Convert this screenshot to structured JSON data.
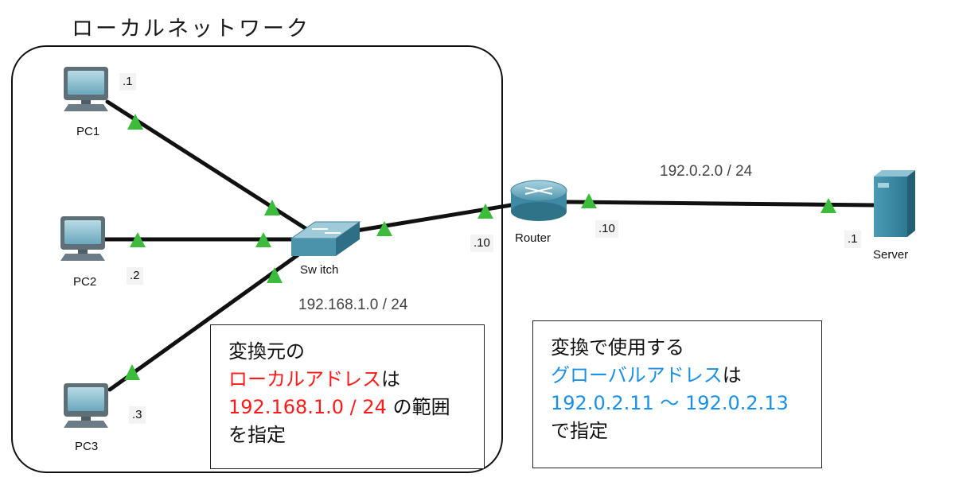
{
  "title": "ローカルネットワーク",
  "devices": {
    "pc1": {
      "label": "PC1",
      "address": ".1"
    },
    "pc2": {
      "label": "PC2",
      "address": ".2"
    },
    "pc3": {
      "label": "PC3",
      "address": ".3"
    },
    "switch": {
      "label": "Sw itch"
    },
    "router": {
      "label": "Router",
      "lan_address": ".10",
      "wan_address": ".10"
    },
    "server": {
      "label": "Server",
      "address": ".1"
    }
  },
  "networks": {
    "lan": "192.168.1.0 / 24",
    "wan": "192.0.2.0 / 24"
  },
  "notes": {
    "source": {
      "line1": "変換元の",
      "line2_highlight": "ローカルアドレス",
      "line2_suffix": "は",
      "line3_highlight": "192.168.1.0 / 24",
      "line3_suffix": " の範囲",
      "line4": "を指定"
    },
    "translated": {
      "line1": "変換で使用する",
      "line2_highlight": "グローバルアドレス",
      "line2_suffix": "は",
      "line3_highlight": "192.0.2.11 ～ 192.0.2.13",
      "line4": "で指定"
    }
  },
  "colors": {
    "link": "#111111",
    "link_indicator": "#3dbb3d",
    "highlight_red": "#ff1a1a",
    "highlight_blue": "#1a8fe6"
  }
}
